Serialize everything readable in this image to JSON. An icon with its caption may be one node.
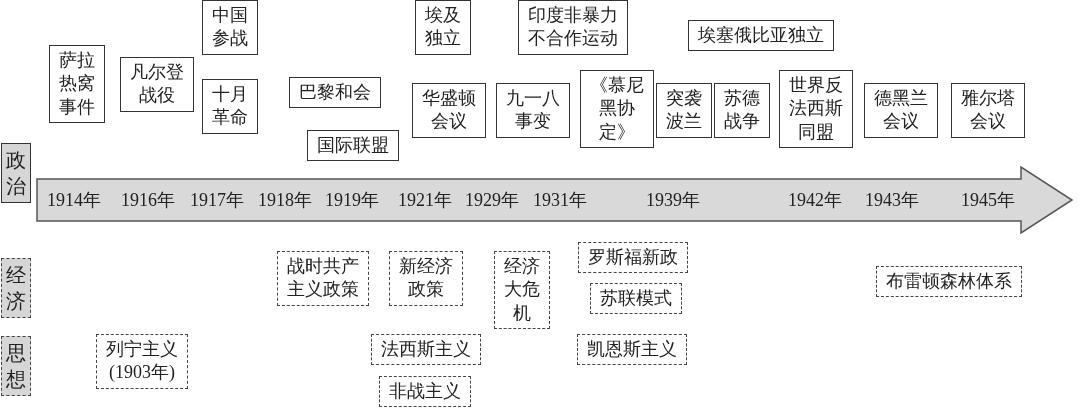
{
  "diagram": {
    "nodes": [
      {
        "text": [
          "政治"
        ]
      },
      {
        "text": [
          "萨拉热窝事件"
        ]
      },
      {
        "text": [
          "凡尔登战役"
        ]
      },
      {
        "text": [
          "中国参战"
        ]
      },
      {
        "text": [
          "十月革命"
        ]
      },
      {
        "text": [
          "巴黎和会"
        ]
      },
      {
        "text": [
          "国际联盟"
        ]
      },
      {
        "text": [
          "埃及独立"
        ]
      },
      {
        "text": [
          "印度非暴力不合作运动"
        ]
      },
      {
        "text": [
          "华盛顿会议"
        ]
      },
      {
        "text": [
          "九一八事变"
        ]
      },
      {
        "text": [
          "《慕尼黑协定》"
        ]
      },
      {
        "text": [
          "埃塞俄比亚独立"
        ]
      },
      {
        "text": [
          "突袭波兰"
        ]
      },
      {
        "text": [
          "苏德战争"
        ]
      },
      {
        "text": [
          "世界反法西斯同盟"
        ]
      },
      {
        "text": [
          "德黑兰会议"
        ]
      },
      {
        "text": [
          "雅尔塔会议"
        ]
      },
      {
        "text": [
          "1914年",
          "1916年",
          "1917年",
          "1918年",
          "1919年",
          "1921年",
          "1929年",
          "1931年",
          "1939年",
          "1942年",
          "1943年",
          "1945年"
        ]
      },
      {
        "text": [
          "经济"
        ]
      },
      {
        "text": [
          "战时共产主义政策"
        ]
      },
      {
        "text": [
          "新经济政策"
        ]
      },
      {
        "text": [
          "经济大危机"
        ]
      },
      {
        "text": [
          "罗斯福新政"
        ]
      },
      {
        "text": [
          "苏联模式"
        ]
      },
      {
        "text": [
          "布雷顿森林体系"
        ]
      },
      {
        "text": [
          "思想"
        ]
      },
      {
        "text": [
          "列宁主义(1903年)"
        ]
      },
      {
        "text": [
          "法西斯主义"
        ]
      },
      {
        "text": [
          "凯恩斯主义"
        ]
      },
      {
        "text": [
          "非战主义"
        ]
      }
    ]
  }
}
